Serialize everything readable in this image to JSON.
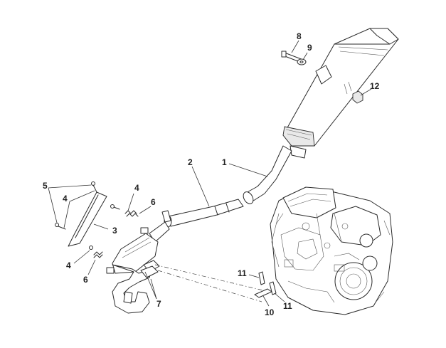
{
  "callouts": [
    {
      "id": "c1",
      "text": "1"
    },
    {
      "id": "c2",
      "text": "2"
    },
    {
      "id": "c3",
      "text": "3"
    },
    {
      "id": "c4a",
      "text": "4"
    },
    {
      "id": "c4b",
      "text": "4"
    },
    {
      "id": "c4c",
      "text": "4"
    },
    {
      "id": "c5",
      "text": "5"
    },
    {
      "id": "c6a",
      "text": "6"
    },
    {
      "id": "c6b",
      "text": "6"
    },
    {
      "id": "c7",
      "text": "7"
    },
    {
      "id": "c8",
      "text": "8"
    },
    {
      "id": "c9",
      "text": "9"
    },
    {
      "id": "c10",
      "text": "10"
    },
    {
      "id": "c11a",
      "text": "11"
    },
    {
      "id": "c11b",
      "text": "11"
    },
    {
      "id": "c12",
      "text": "12"
    }
  ],
  "icons": {
    "muffler": "muffler-icon",
    "link-pipe": "link-pipe-icon",
    "heat-shield": "heat-shield-icon",
    "header": "exhaust-header-icon",
    "engine": "engine-icon"
  }
}
